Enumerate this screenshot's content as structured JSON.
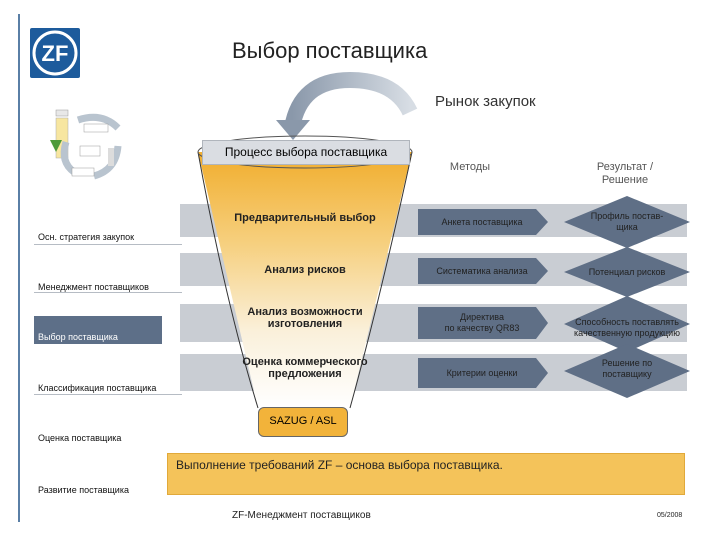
{
  "header": {
    "logo_text": "ZF",
    "title": "Выбор поставщика",
    "market": "Рынок закупок"
  },
  "columns": {
    "methods": "Методы",
    "result_line1": "Результат /",
    "result_line2": "Решение"
  },
  "process_label": "Процесс выбора поставщика",
  "left_menu": [
    "Осн. стратегия закупок",
    "Менеджмент поставщиков",
    "Выбор поставщика",
    "Классификация поставщика",
    "Оценка поставщика",
    "Развитие поставщика"
  ],
  "stages": [
    {
      "line1": "Предварительный выбор",
      "line2": ""
    },
    {
      "line1": "Анализ рисков",
      "line2": ""
    },
    {
      "line1": "Анализ возможности",
      "line2": "изготовления"
    },
    {
      "line1": "Оценка коммерческого",
      "line2": "предложения"
    }
  ],
  "methods": [
    {
      "line1": "Анкета поставщика",
      "line2": ""
    },
    {
      "line1": "Систематика анализа",
      "line2": ""
    },
    {
      "line1": "Директива",
      "line2": "по качеству QR83"
    },
    {
      "line1": "Критерии оценки",
      "line2": ""
    }
  ],
  "results": [
    {
      "line1": "Профиль постав-",
      "line2": "щика"
    },
    {
      "line1": "Потенциал рисков",
      "line2": ""
    },
    {
      "line1": "Способность поставлять",
      "line2": "качественную продукцию"
    },
    {
      "line1": "Решение по",
      "line2": "поставщику"
    }
  ],
  "funnel_output": "SAZUG / ASL",
  "banner": "Выполнение требований ZF – основа выбора поставщика.",
  "footer": {
    "center": "ZF-Менеджмент поставщиков",
    "date": "05/2008"
  },
  "colors": {
    "logo_blue": "#1d5b9c",
    "band_grey": "#c9cdd3",
    "arrow_dark": "#5f6f86",
    "highlight": "#5d6f88",
    "funnel_orange": "#f2b33a",
    "banner_yellow": "#f4c35a"
  }
}
